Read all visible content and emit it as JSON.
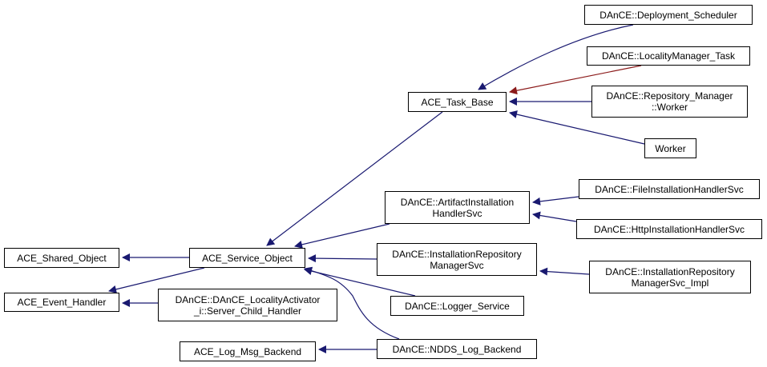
{
  "diagram": {
    "type": "class inheritance graph",
    "colors": {
      "public_edge": "#191970",
      "protected_edge": "#8b1a1a",
      "node_border": "#000000",
      "node_fill": "#ffffff"
    },
    "nodes": [
      {
        "id": "deployment_scheduler",
        "lines": [
          "DAnCE::Deployment_Scheduler"
        ]
      },
      {
        "id": "localitymanager_task",
        "lines": [
          "DAnCE::LocalityManager_Task"
        ]
      },
      {
        "id": "repository_manager_worker",
        "lines": [
          "DAnCE::Repository_Manager",
          "::Worker"
        ]
      },
      {
        "id": "worker",
        "lines": [
          "Worker"
        ]
      },
      {
        "id": "ace_task_base",
        "lines": [
          "ACE_Task_Base"
        ]
      },
      {
        "id": "fileinstallationhandlersvc",
        "lines": [
          "DAnCE::FileInstallationHandlerSvc"
        ]
      },
      {
        "id": "httpinstallationhandlersvc",
        "lines": [
          "DAnCE::HttpInstallationHandlerSvc"
        ]
      },
      {
        "id": "artifactinstallationhandlersvc",
        "lines": [
          "DAnCE::ArtifactInstallation",
          "HandlerSvc"
        ]
      },
      {
        "id": "ace_shared_object",
        "lines": [
          "ACE_Shared_Object"
        ]
      },
      {
        "id": "ace_service_object",
        "lines": [
          "ACE_Service_Object"
        ]
      },
      {
        "id": "installationrepositorymanagersvc",
        "lines": [
          "DAnCE::InstallationRepository",
          "ManagerSvc"
        ]
      },
      {
        "id": "installationrepositorymanagersvc_impl",
        "lines": [
          "DAnCE::InstallationRepository",
          "ManagerSvc_Impl"
        ]
      },
      {
        "id": "ace_event_handler",
        "lines": [
          "ACE_Event_Handler"
        ]
      },
      {
        "id": "server_child_handler",
        "lines": [
          "DAnCE::DAnCE_LocalityActivator",
          "_i::Server_Child_Handler"
        ]
      },
      {
        "id": "logger_service",
        "lines": [
          "DAnCE::Logger_Service"
        ]
      },
      {
        "id": "ace_log_msg_backend",
        "lines": [
          "ACE_Log_Msg_Backend"
        ]
      },
      {
        "id": "ndds_log_backend",
        "lines": [
          "DAnCE::NDDS_Log_Backend"
        ]
      }
    ],
    "edges": [
      {
        "from": "deployment_scheduler",
        "to": "ace_task_base",
        "kind": "public"
      },
      {
        "from": "localitymanager_task",
        "to": "ace_task_base",
        "kind": "protected"
      },
      {
        "from": "repository_manager_worker",
        "to": "ace_task_base",
        "kind": "public"
      },
      {
        "from": "worker",
        "to": "ace_task_base",
        "kind": "public"
      },
      {
        "from": "ace_task_base",
        "to": "ace_service_object",
        "kind": "public"
      },
      {
        "from": "fileinstallationhandlersvc",
        "to": "artifactinstallationhandlersvc",
        "kind": "public"
      },
      {
        "from": "httpinstallationhandlersvc",
        "to": "artifactinstallationhandlersvc",
        "kind": "public"
      },
      {
        "from": "artifactinstallationhandlersvc",
        "to": "ace_service_object",
        "kind": "public"
      },
      {
        "from": "installationrepositorymanagersvc",
        "to": "ace_service_object",
        "kind": "public"
      },
      {
        "from": "installationrepositorymanagersvc_impl",
        "to": "installationrepositorymanagersvc",
        "kind": "public"
      },
      {
        "from": "logger_service",
        "to": "ace_service_object",
        "kind": "public"
      },
      {
        "from": "ndds_log_backend",
        "to": "ace_service_object",
        "kind": "public"
      },
      {
        "from": "ace_service_object",
        "to": "ace_shared_object",
        "kind": "public"
      },
      {
        "from": "ace_service_object",
        "to": "ace_event_handler",
        "kind": "public"
      },
      {
        "from": "server_child_handler",
        "to": "ace_event_handler",
        "kind": "public"
      },
      {
        "from": "ndds_log_backend",
        "to": "ace_log_msg_backend",
        "kind": "public"
      }
    ]
  }
}
